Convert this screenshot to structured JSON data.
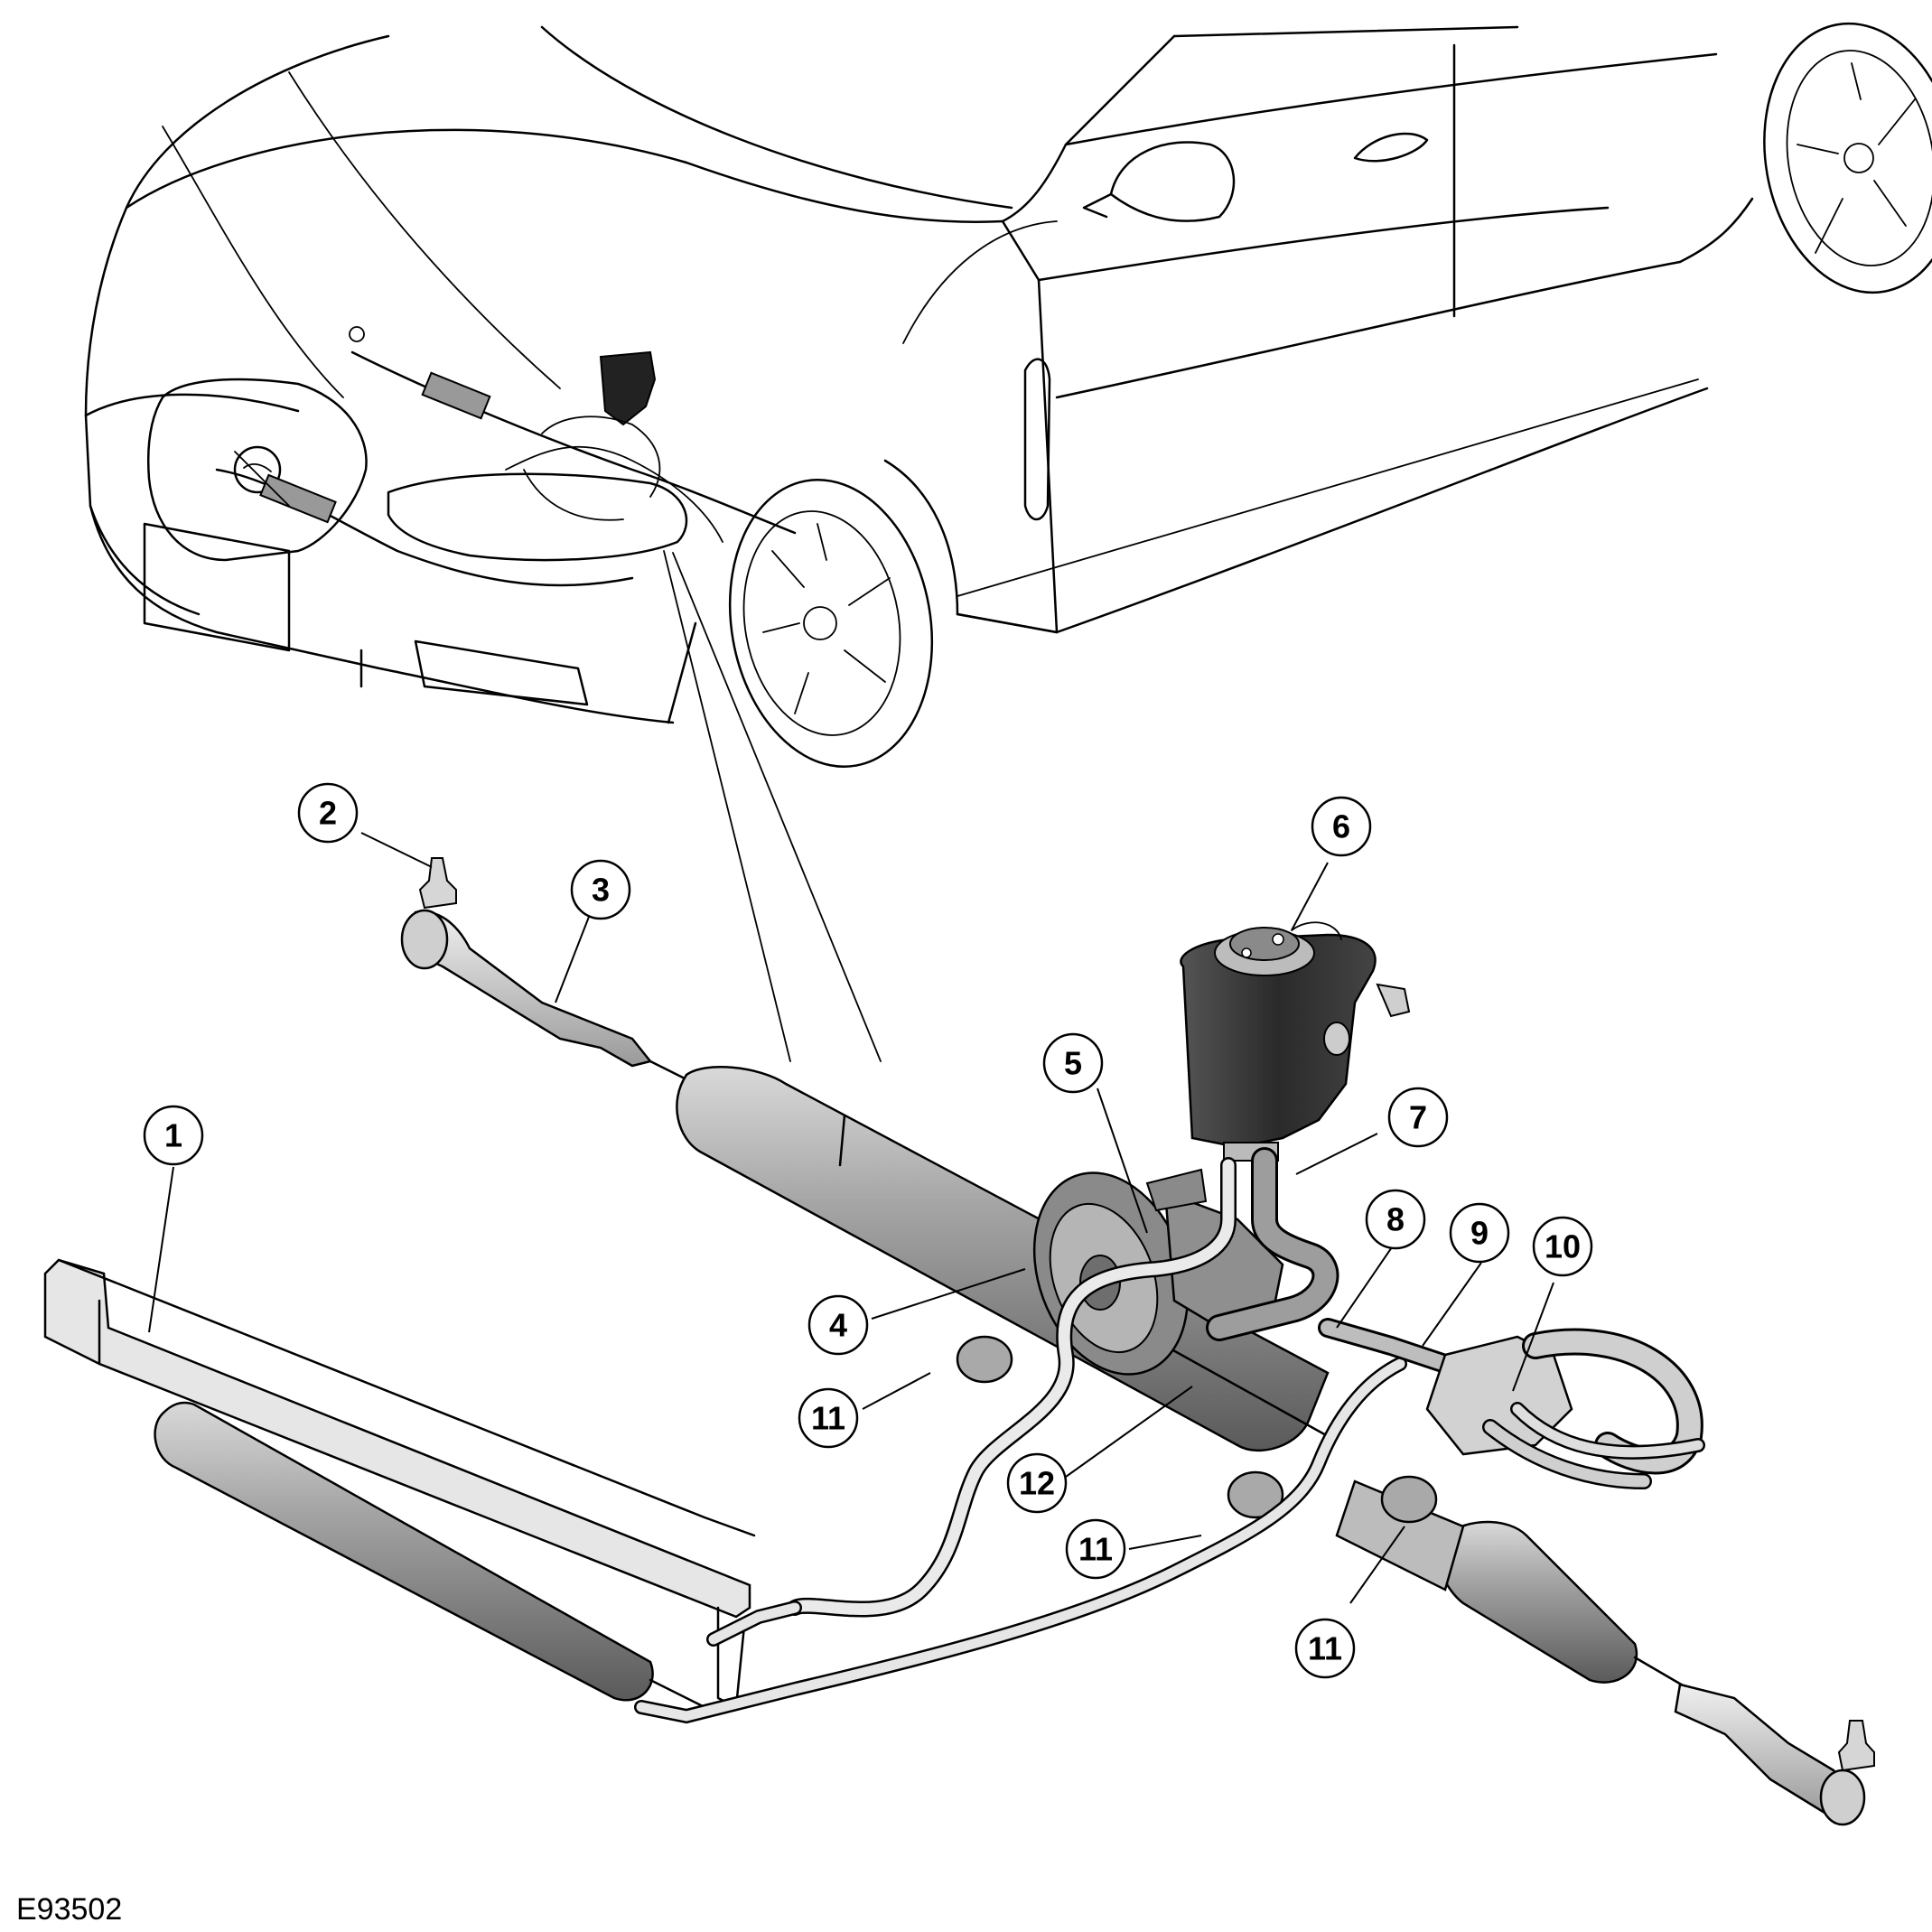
{
  "figure_id": "E93502",
  "callouts": [
    {
      "label": "1"
    },
    {
      "label": "2"
    },
    {
      "label": "3"
    },
    {
      "label": "4"
    },
    {
      "label": "5"
    },
    {
      "label": "6"
    },
    {
      "label": "7"
    },
    {
      "label": "8"
    },
    {
      "label": "9"
    },
    {
      "label": "10"
    },
    {
      "label": "11"
    },
    {
      "label": "11"
    },
    {
      "label": "11"
    },
    {
      "label": "12"
    }
  ],
  "colors": {
    "line": "#000000",
    "component_fill": "#8f8f8f",
    "component_light": "#c8c8c8",
    "reservoir_fill": "#3a3a3a",
    "background": "#ffffff"
  }
}
